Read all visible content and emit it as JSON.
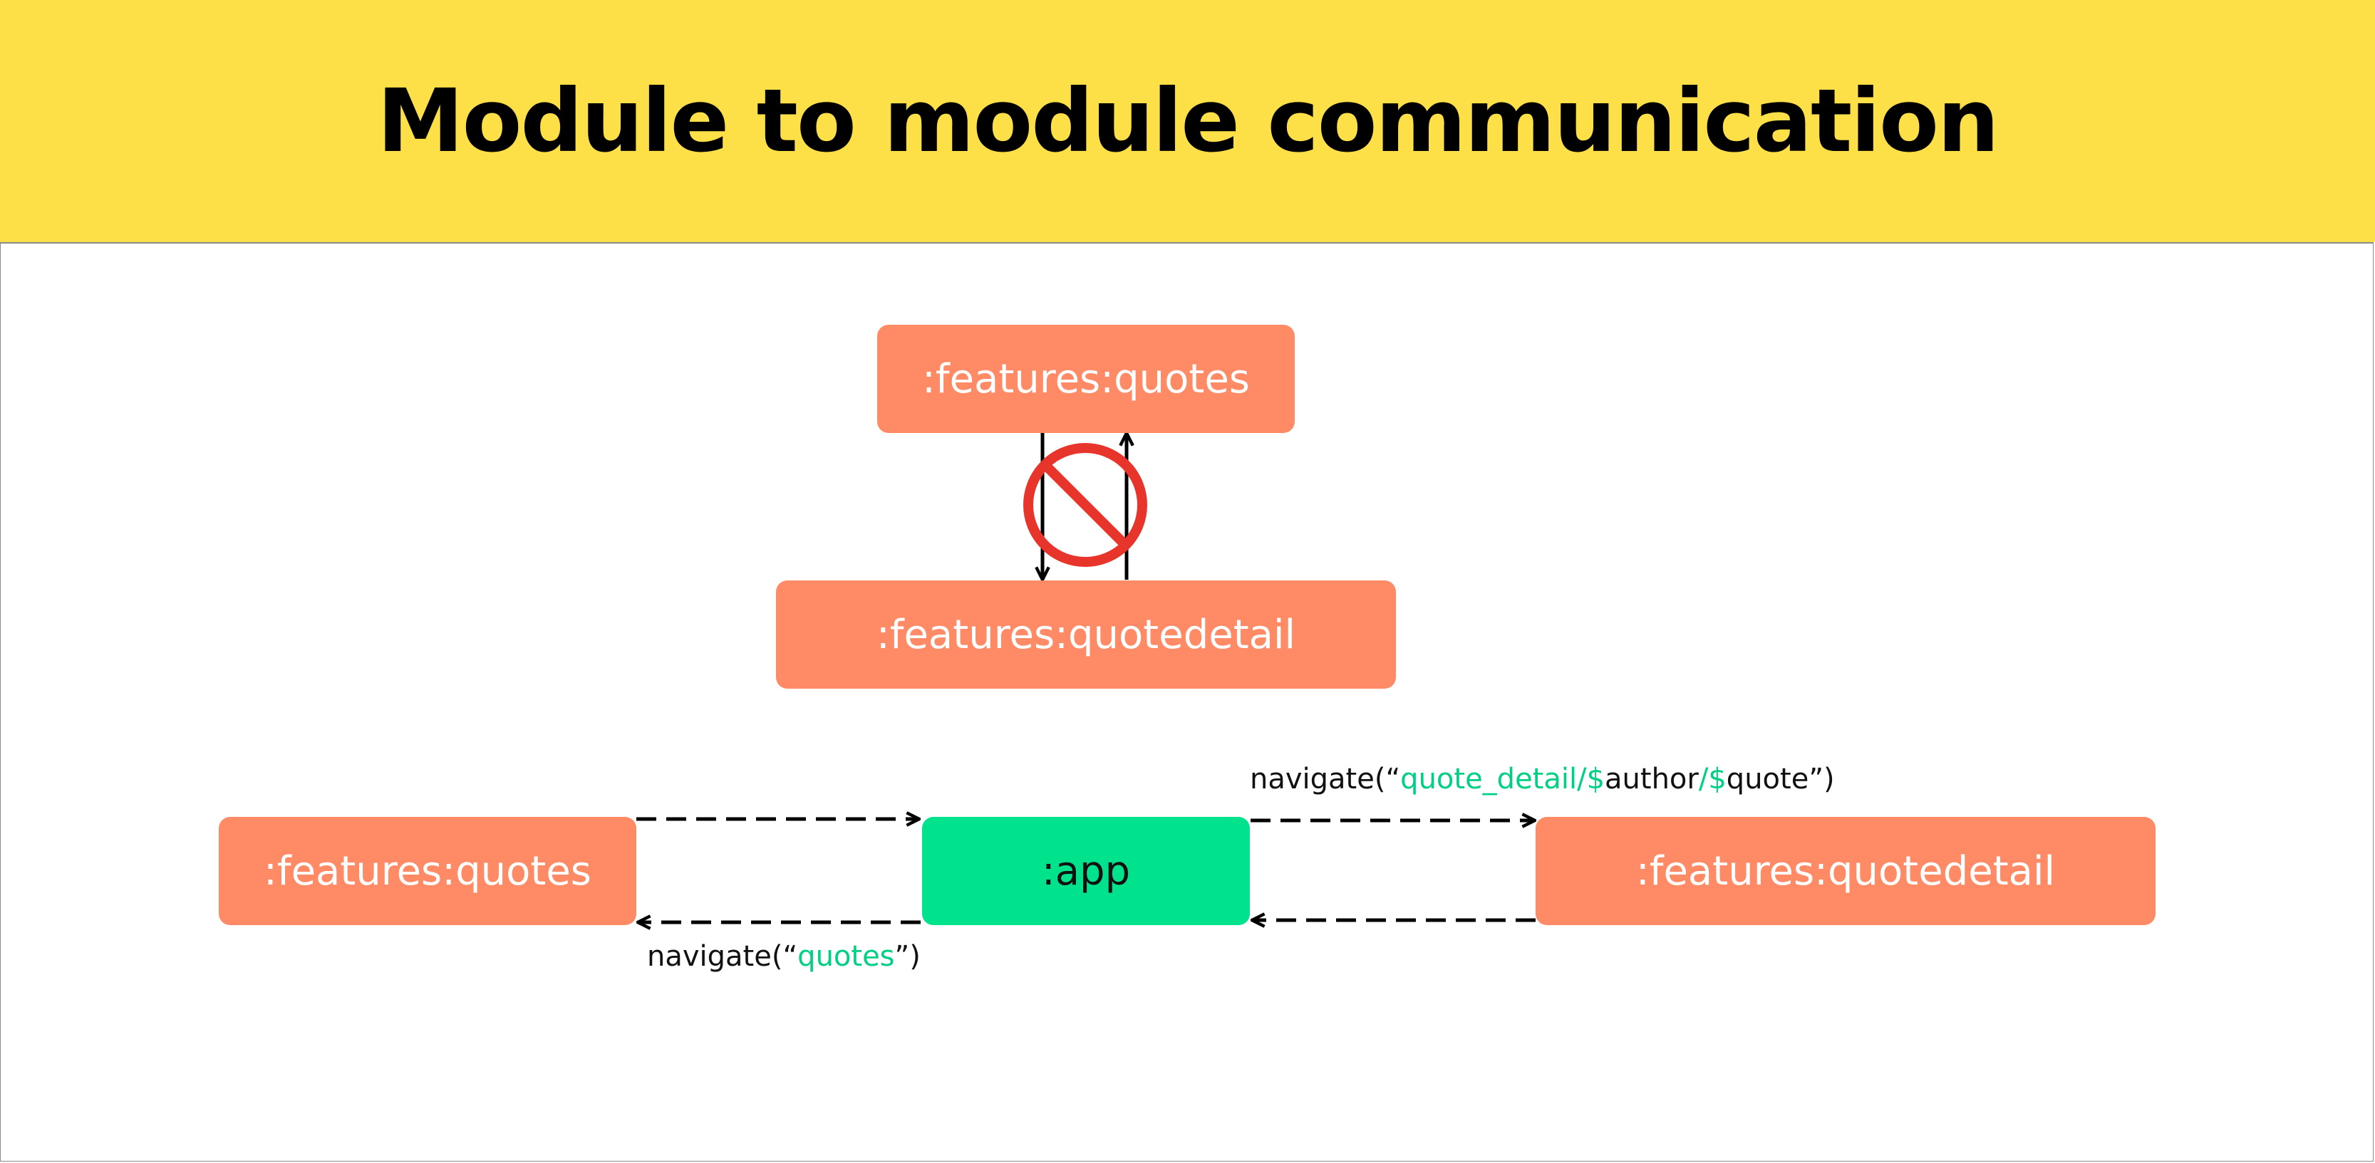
{
  "title": "Module to module communication",
  "top_diagram": {
    "upper_module": ":features:quotes",
    "lower_module": ":features:quotedetail"
  },
  "bottom_diagram": {
    "left_module": ":features:quotes",
    "center_module": ":app",
    "right_module": ":features:quotedetail",
    "nav_to_detail": {
      "prefix": "navigate(“",
      "seg1": "quote_detail/$",
      "seg2": "author",
      "seg3": "/$",
      "seg4": "quote",
      "suffix": "”)"
    },
    "nav_to_quotes": {
      "prefix": "navigate(“",
      "route": "quotes",
      "suffix": "”)"
    }
  },
  "colors": {
    "header": "#fde047",
    "feature_module": "#ff8a66",
    "app_module": "#00e38c",
    "highlight_text": "#00d084",
    "forbidden_icon": "#e8352b"
  },
  "icons": [
    "forbidden-icon"
  ]
}
